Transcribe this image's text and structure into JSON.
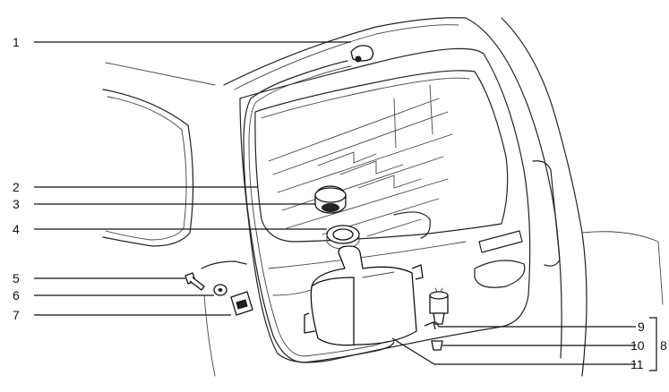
{
  "callouts": [
    {
      "id": "1",
      "label": "1"
    },
    {
      "id": "2",
      "label": "2"
    },
    {
      "id": "3",
      "label": "3"
    },
    {
      "id": "4",
      "label": "4"
    },
    {
      "id": "5",
      "label": "5"
    },
    {
      "id": "6",
      "label": "6"
    },
    {
      "id": "7",
      "label": "7"
    },
    {
      "id": "9",
      "label": "9"
    },
    {
      "id": "10",
      "label": "10"
    },
    {
      "id": "11",
      "label": "11"
    },
    {
      "id": "8",
      "label": "8"
    }
  ]
}
